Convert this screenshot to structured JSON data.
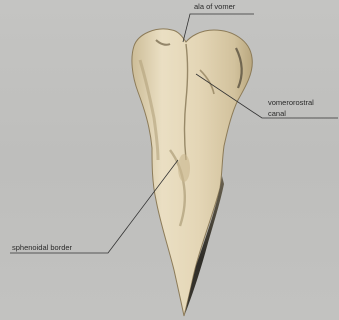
{
  "figure": {
    "labels": {
      "ala_of_vomer": "ala of vomer",
      "vomerorostral_line1": "vomerorostral",
      "vomerorostral_line2": "canal",
      "sphenoidal_border": "sphenoidal border"
    },
    "colors": {
      "background": "#c0c0be",
      "bone_light": "#eadfc3",
      "bone_mid": "#d8c9a6",
      "bone_shadow": "#9b8b6a",
      "bone_dark": "#3d3a32",
      "leader_line": "#333333"
    }
  }
}
